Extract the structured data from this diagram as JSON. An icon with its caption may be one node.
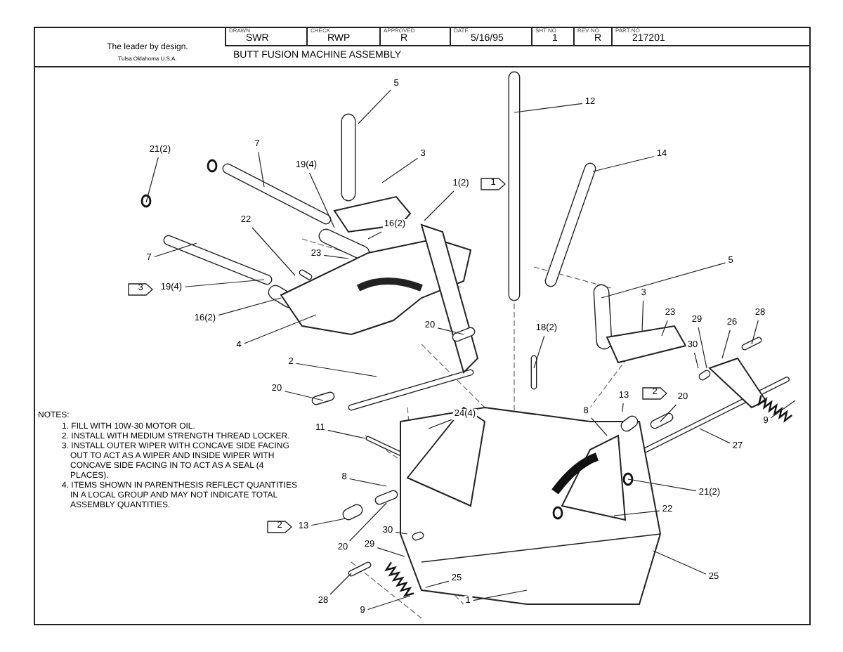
{
  "diagram": {
    "title": "BUTT FUSION MACHINE ASSEMBLY",
    "nodes": [
      {
        "text": [
          "5"
        ]
      },
      {
        "text": [
          "3"
        ]
      },
      {
        "text": [
          "12"
        ]
      },
      {
        "text": [
          "14"
        ]
      },
      {
        "text": [
          "21(2)"
        ]
      },
      {
        "text": [
          "7"
        ]
      },
      {
        "text": [
          "19(4)"
        ]
      },
      {
        "text": [
          "1(2)"
        ]
      },
      {
        "text": [
          "1"
        ]
      },
      {
        "text": [
          "16(2)"
        ]
      },
      {
        "text": [
          "22"
        ]
      },
      {
        "text": [
          "23"
        ]
      },
      {
        "text": [
          "7"
        ]
      },
      {
        "text": [
          "3"
        ]
      },
      {
        "text": [
          "19(4)"
        ]
      },
      {
        "text": [
          "16(2)"
        ]
      },
      {
        "text": [
          "4"
        ]
      },
      {
        "text": [
          "2"
        ]
      },
      {
        "text": [
          "20"
        ]
      },
      {
        "text": [
          "5"
        ]
      },
      {
        "text": [
          "3"
        ]
      },
      {
        "text": [
          "23"
        ]
      },
      {
        "text": [
          "29"
        ]
      },
      {
        "text": [
          "26"
        ]
      },
      {
        "text": [
          "28"
        ]
      },
      {
        "text": [
          "30"
        ]
      },
      {
        "text": [
          "20"
        ]
      },
      {
        "text": [
          "18(2)"
        ]
      },
      {
        "text": [
          "13"
        ]
      },
      {
        "text": [
          "2"
        ]
      },
      {
        "text": [
          "20"
        ]
      },
      {
        "text": [
          "9"
        ]
      },
      {
        "text": [
          "24(4)"
        ]
      },
      {
        "text": [
          "8"
        ]
      },
      {
        "text": [
          "27"
        ]
      },
      {
        "text": [
          "11"
        ]
      },
      {
        "text": [
          "21(2)"
        ]
      },
      {
        "text": [
          "22"
        ]
      },
      {
        "text": [
          "8"
        ]
      },
      {
        "text": [
          "2"
        ]
      },
      {
        "text": [
          "13"
        ]
      },
      {
        "text": [
          "20"
        ]
      },
      {
        "text": [
          "30"
        ]
      },
      {
        "text": [
          "29"
        ]
      },
      {
        "text": [
          "28"
        ]
      },
      {
        "text": [
          "25"
        ]
      },
      {
        "text": [
          "25"
        ]
      },
      {
        "text": [
          "1"
        ]
      },
      {
        "text": [
          "9"
        ]
      }
    ],
    "edges": [
      {
        "from": 0,
        "to": null,
        "arrow": "none"
      },
      {
        "from": 1,
        "to": null,
        "arrow": "none"
      },
      {
        "from": 2,
        "to": null,
        "arrow": "none"
      },
      {
        "from": 3,
        "to": null,
        "arrow": "none"
      },
      {
        "from": 4,
        "to": null,
        "arrow": "none"
      },
      {
        "from": 5,
        "to": null,
        "arrow": "none"
      },
      {
        "from": 6,
        "to": null,
        "arrow": "none"
      },
      {
        "from": 7,
        "to": null,
        "arrow": "none"
      },
      {
        "from": 9,
        "to": null,
        "arrow": "none"
      },
      {
        "from": 10,
        "to": null,
        "arrow": "none"
      },
      {
        "from": 11,
        "to": null,
        "arrow": "none"
      },
      {
        "from": 12,
        "to": null,
        "arrow": "none"
      },
      {
        "from": 14,
        "to": null,
        "arrow": "none"
      },
      {
        "from": 15,
        "to": null,
        "arrow": "none"
      },
      {
        "from": 16,
        "to": null,
        "arrow": "none"
      },
      {
        "from": 17,
        "to": null,
        "arrow": "none"
      },
      {
        "from": 18,
        "to": null,
        "arrow": "none"
      },
      {
        "from": 19,
        "to": null,
        "arrow": "none"
      },
      {
        "from": 20,
        "to": null,
        "arrow": "none"
      },
      {
        "from": 21,
        "to": null,
        "arrow": "none"
      },
      {
        "from": 22,
        "to": null,
        "arrow": "none"
      },
      {
        "from": 23,
        "to": null,
        "arrow": "none"
      },
      {
        "from": 24,
        "to": null,
        "arrow": "none"
      },
      {
        "from": 25,
        "to": null,
        "arrow": "none"
      },
      {
        "from": 26,
        "to": null,
        "arrow": "none"
      },
      {
        "from": 27,
        "to": null,
        "arrow": "none"
      },
      {
        "from": 28,
        "to": null,
        "arrow": "none"
      },
      {
        "from": 30,
        "to": null,
        "arrow": "none"
      },
      {
        "from": 31,
        "to": null,
        "arrow": "none"
      },
      {
        "from": 32,
        "to": null,
        "arrow": "none"
      },
      {
        "from": 33,
        "to": null,
        "arrow": "none"
      },
      {
        "from": 34,
        "to": null,
        "arrow": "none"
      },
      {
        "from": 35,
        "to": null,
        "arrow": "none"
      },
      {
        "from": 36,
        "to": null,
        "arrow": "none"
      },
      {
        "from": 37,
        "to": null,
        "arrow": "none"
      },
      {
        "from": 38,
        "to": null,
        "arrow": "none"
      },
      {
        "from": 40,
        "to": null,
        "arrow": "none"
      },
      {
        "from": 41,
        "to": null,
        "arrow": "none"
      },
      {
        "from": 42,
        "to": null,
        "arrow": "none"
      },
      {
        "from": 43,
        "to": null,
        "arrow": "none"
      },
      {
        "from": 44,
        "to": null,
        "arrow": "none"
      },
      {
        "from": 45,
        "to": null,
        "arrow": "none"
      },
      {
        "from": 46,
        "to": null,
        "arrow": "none"
      },
      {
        "from": 47,
        "to": null,
        "arrow": "none"
      },
      {
        "from": 48,
        "to": null,
        "arrow": "none"
      }
    ],
    "labels": [
      "The leader by design.",
      "Tulsa Oklahoma U.S.A.",
      "DRAWN",
      "SWR",
      "CHECK",
      "RWP",
      "APPROVED",
      "R",
      "DATE",
      "5/16/95",
      "SHT NO",
      "1",
      "REV NO",
      "R",
      "PART NO",
      "217201",
      "NOTES:",
      "1. FILL WITH 10W-30 MOTOR OIL.",
      "2. INSTALL WITH MEDIUM STRENGTH THREAD LOCKER.",
      "3. INSTALL OUTER WIPER WITH CONCAVE SIDE FACING OUT TO ACT AS A WIPER AND INSIDE WIPER WITH CONCAVE SIDE FACING IN TO ACT AS A SEAL (4 PLACES).",
      "4. ITEMS SHOWN IN PARENTHESIS REFLECT QUANTITIES IN A LOCAL GROUP AND MAY NOT INDICATE TOTAL ASSEMBLY QUANTITIES."
    ]
  }
}
